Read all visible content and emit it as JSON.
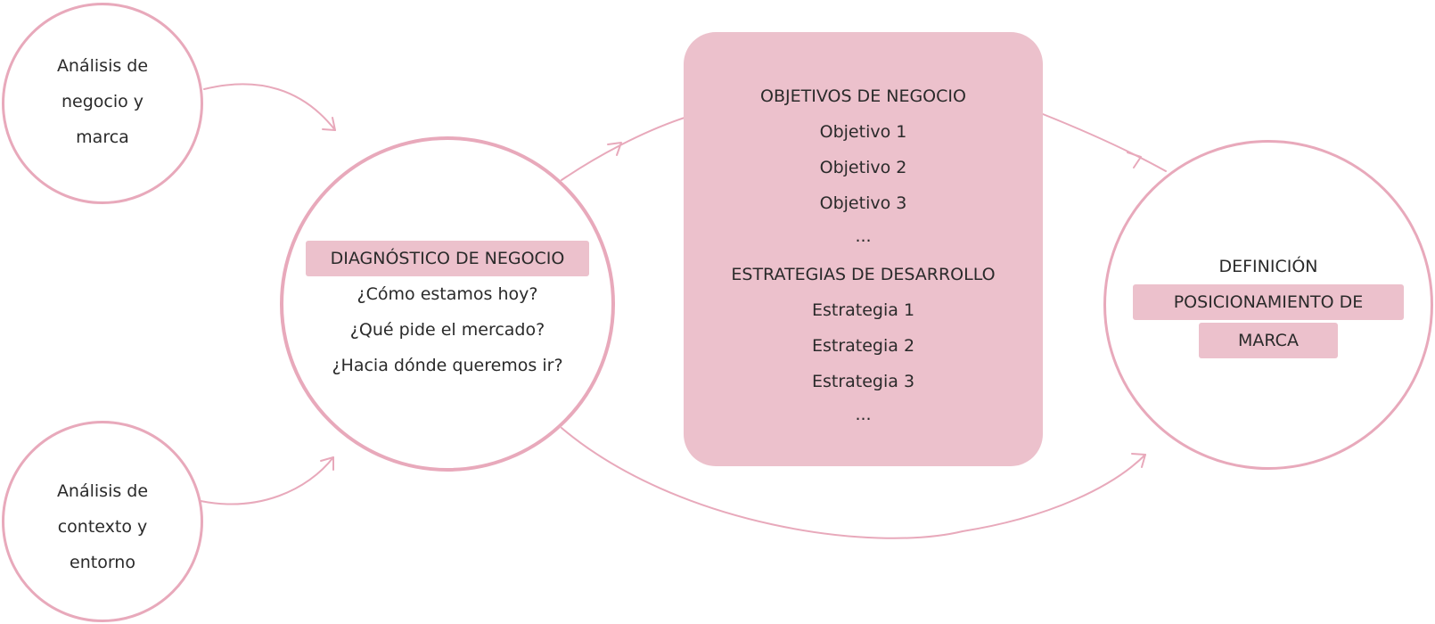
{
  "colors": {
    "pink_stroke": "#e8a9bb",
    "pink_fill": "#ecc1cc",
    "text": "#2a2a2a"
  },
  "nodes": {
    "business_analysis": {
      "lines": [
        "Análisis de",
        "negocio y",
        "marca"
      ]
    },
    "context_analysis": {
      "lines": [
        "Análisis de",
        "contexto y",
        "entorno"
      ]
    },
    "diagnosis": {
      "title": "DIAGNÓSTICO DE NEGOCIO",
      "questions": [
        "¿Cómo estamos hoy?",
        "¿Qué pide el mercado?",
        "¿Hacia dónde queremos ir?"
      ]
    },
    "objectives_box": {
      "objectives_title": "OBJETIVOS DE NEGOCIO",
      "objectives": [
        "Objetivo 1",
        "Objetivo 2",
        "Objetivo 3",
        "..."
      ],
      "strategies_title": "ESTRATEGIAS DE DESARROLLO",
      "strategies": [
        "Estrategia 1",
        "Estrategia 2",
        "Estrategia 3",
        "..."
      ]
    },
    "positioning": {
      "top": "DEFINICIÓN",
      "highlight_line_1": "POSICIONAMIENTO DE",
      "highlight_line_2": "MARCA"
    }
  }
}
